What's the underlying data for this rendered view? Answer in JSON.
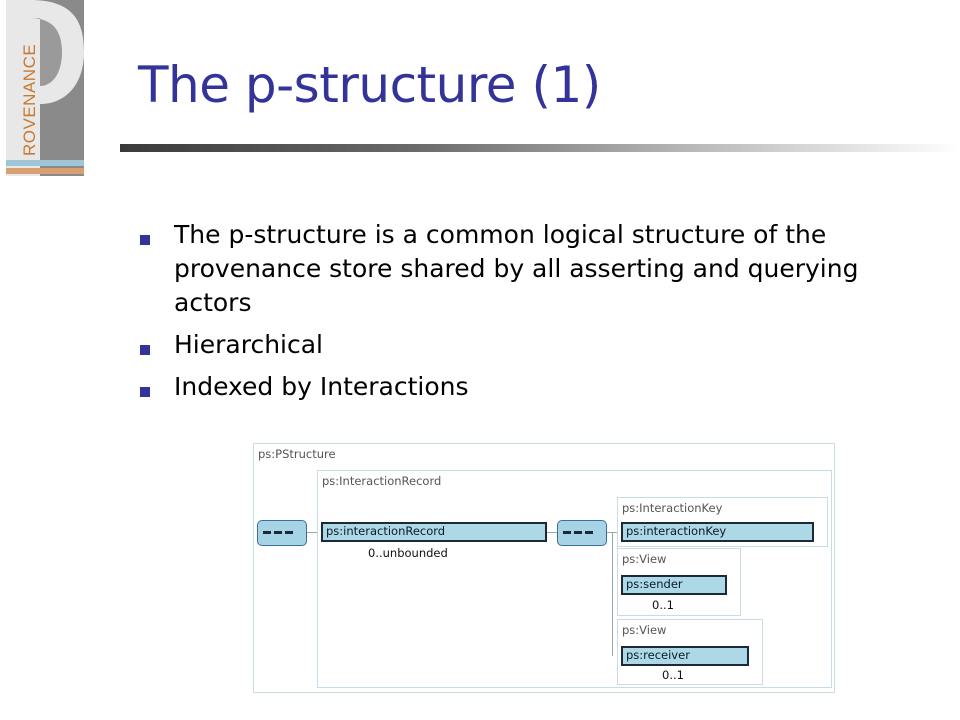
{
  "logo": {
    "letter": "P",
    "text": "ROVENANCE"
  },
  "title": "The p-structure (1)",
  "bullets": [
    "The p-structure is a common logical structure of the provenance store shared by all asserting and querying actors",
    "Hierarchical",
    "Indexed by Interactions"
  ],
  "diagram": {
    "outer_title": "ps:PStructure",
    "record_title": "ps:InteractionRecord",
    "record_element": "ps:interactionRecord",
    "record_card": "0..unbounded",
    "key_title": "ps:InteractionKey",
    "key_element": "ps:interactionKey",
    "view1_title": "ps:View",
    "sender_element": "ps:sender",
    "sender_card": "0..1",
    "view2_title": "ps:View",
    "receiver_element": "ps:receiver",
    "receiver_card": "0..1"
  },
  "colors": {
    "title": "#333399",
    "bullet": "#333399",
    "logo_text": "#c87832",
    "element_fill": "#add8e6"
  }
}
